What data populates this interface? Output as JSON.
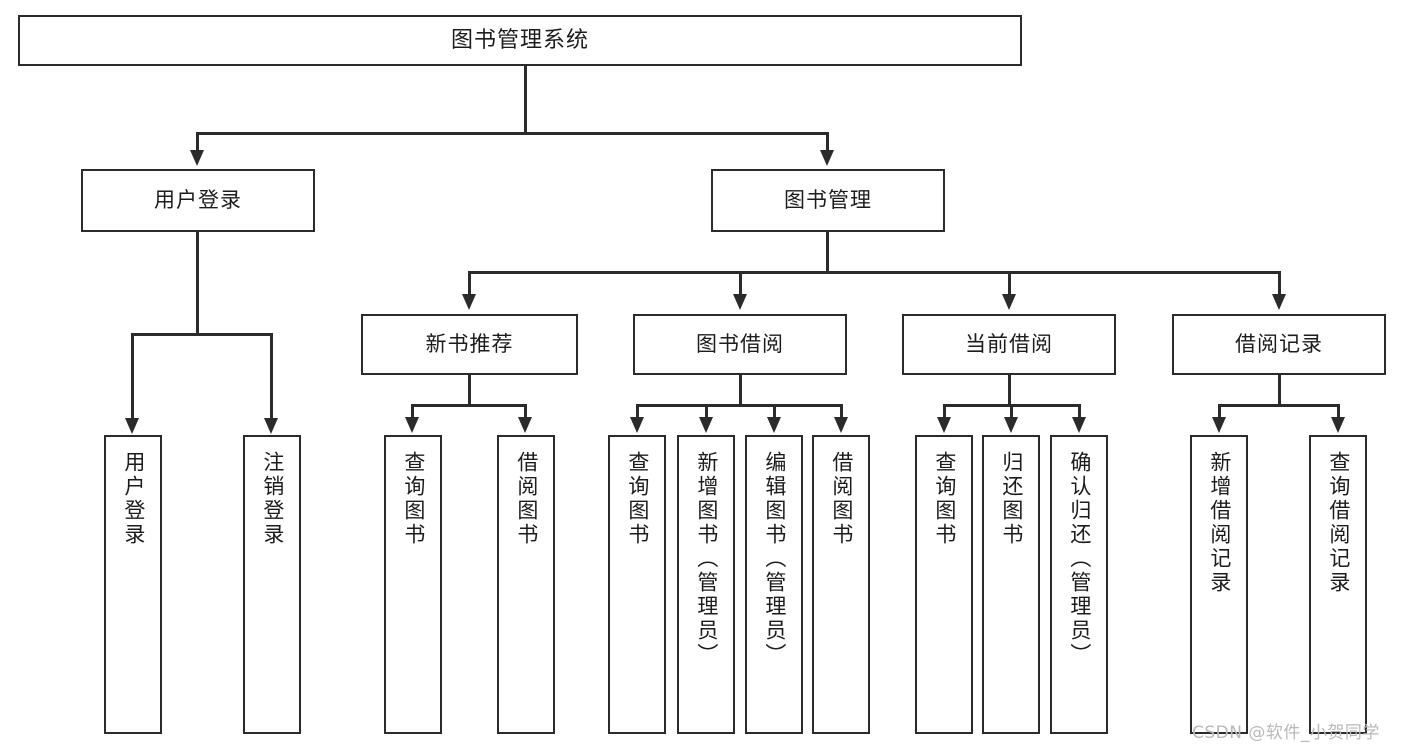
{
  "diagram": {
    "type": "tree-hierarchy",
    "title": "图书管理系统",
    "orientation": "top-down",
    "theme": {
      "background": "#ffffff",
      "stroke": "#2b2b2b",
      "text": "#1c1c1c",
      "watermark_color": "#b9b9b9"
    }
  },
  "root": {
    "id": "root",
    "label": "图书管理系统"
  },
  "level1": [
    {
      "id": "user-login",
      "label": "用户登录"
    },
    {
      "id": "book-manage",
      "label": "图书管理"
    }
  ],
  "level2": [
    {
      "id": "new-book-recommend",
      "label": "新书推荐",
      "parent": "book-manage"
    },
    {
      "id": "book-borrow",
      "label": "图书借阅",
      "parent": "book-manage"
    },
    {
      "id": "current-borrow",
      "label": "当前借阅",
      "parent": "book-manage"
    },
    {
      "id": "borrow-record",
      "label": "借阅记录",
      "parent": "book-manage"
    }
  ],
  "leaves": {
    "user-login": [
      {
        "id": "leaf-user-login",
        "label": "用户登录"
      },
      {
        "id": "leaf-user-logout",
        "label": "注销登录"
      }
    ],
    "new-book-recommend": [
      {
        "id": "leaf-query-book-1",
        "label": "查询图书"
      },
      {
        "id": "leaf-borrow-book-1",
        "label": "借阅图书"
      }
    ],
    "book-borrow": [
      {
        "id": "leaf-query-book-2",
        "label": "查询图书"
      },
      {
        "id": "leaf-add-book",
        "label": "新增图书（管理员）"
      },
      {
        "id": "leaf-edit-book",
        "label": "编辑图书（管理员）"
      },
      {
        "id": "leaf-borrow-book-2",
        "label": "借阅图书"
      }
    ],
    "current-borrow": [
      {
        "id": "leaf-query-book-3",
        "label": "查询图书"
      },
      {
        "id": "leaf-return-book",
        "label": "归还图书"
      },
      {
        "id": "leaf-confirm-return",
        "label": "确认归还（管理员）"
      }
    ],
    "borrow-record": [
      {
        "id": "leaf-add-record",
        "label": "新增借阅记录"
      },
      {
        "id": "leaf-query-record",
        "label": "查询借阅记录"
      }
    ]
  },
  "watermark": {
    "text": "CSDN @软件_小贺同学"
  }
}
